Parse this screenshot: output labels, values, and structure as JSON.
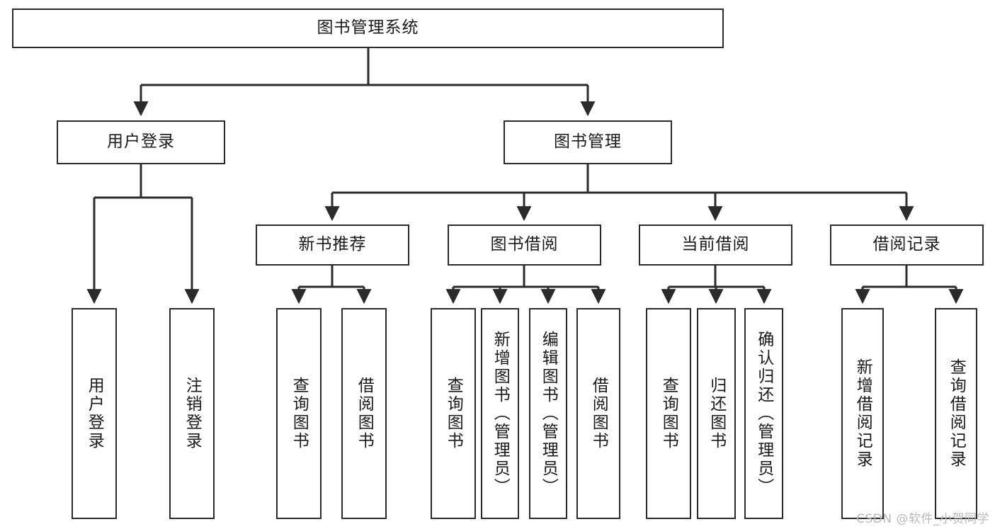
{
  "diagram": {
    "type": "tree-hierarchy",
    "title": "图书管理系统",
    "orientation": "top-down",
    "colors": {
      "box_border": "#2b2b2b",
      "box_fill": "#ffffff",
      "edge": "#2b2b2b",
      "text": "#1a1a1a",
      "watermark": "#b9b9b9"
    },
    "nodes": {
      "root": {
        "label": "图书管理系统",
        "level": 0,
        "text_direction": "horizontal"
      },
      "login": {
        "label": "用户登录",
        "level": 1,
        "text_direction": "horizontal"
      },
      "book_mgmt": {
        "label": "图书管理",
        "level": 1,
        "text_direction": "horizontal"
      },
      "new_book_rec": {
        "label": "新书推荐",
        "level": 2,
        "text_direction": "horizontal"
      },
      "book_borrow": {
        "label": "图书借阅",
        "level": 2,
        "text_direction": "horizontal"
      },
      "current_borrow": {
        "label": "当前借阅",
        "level": 2,
        "text_direction": "horizontal"
      },
      "borrow_record": {
        "label": "借阅记录",
        "level": 2,
        "text_direction": "horizontal"
      },
      "leaf_user_login": {
        "label": "用户登录",
        "level": 3,
        "text_direction": "vertical"
      },
      "leaf_logout": {
        "label": "注销登录",
        "level": 3,
        "text_direction": "vertical"
      },
      "leaf_query_book_1": {
        "label": "查询图书",
        "level": 3,
        "text_direction": "vertical"
      },
      "leaf_borrow_book_1": {
        "label": "借阅图书",
        "level": 3,
        "text_direction": "vertical"
      },
      "leaf_query_book_2": {
        "label": "查询图书",
        "level": 3,
        "text_direction": "vertical"
      },
      "leaf_add_book": {
        "label": "新增图书（管理员）",
        "level": 3,
        "text_direction": "vertical"
      },
      "leaf_edit_book": {
        "label": "编辑图书（管理员）",
        "level": 3,
        "text_direction": "vertical"
      },
      "leaf_borrow_book_2": {
        "label": "借阅图书",
        "level": 3,
        "text_direction": "vertical"
      },
      "leaf_query_book_3": {
        "label": "查询图书",
        "level": 3,
        "text_direction": "vertical"
      },
      "leaf_return_book": {
        "label": "归还图书",
        "level": 3,
        "text_direction": "vertical"
      },
      "leaf_confirm_return": {
        "label": "确认归还（管理员）",
        "level": 3,
        "text_direction": "vertical"
      },
      "leaf_add_record": {
        "label": "新增借阅记录",
        "level": 3,
        "text_direction": "vertical"
      },
      "leaf_query_record": {
        "label": "查询借阅记录",
        "level": 3,
        "text_direction": "vertical"
      }
    },
    "edges": [
      {
        "from": "root",
        "to": "login"
      },
      {
        "from": "root",
        "to": "book_mgmt"
      },
      {
        "from": "login",
        "to": "leaf_user_login"
      },
      {
        "from": "login",
        "to": "leaf_logout"
      },
      {
        "from": "book_mgmt",
        "to": "new_book_rec"
      },
      {
        "from": "book_mgmt",
        "to": "book_borrow"
      },
      {
        "from": "book_mgmt",
        "to": "current_borrow"
      },
      {
        "from": "book_mgmt",
        "to": "borrow_record"
      },
      {
        "from": "new_book_rec",
        "to": "leaf_query_book_1"
      },
      {
        "from": "new_book_rec",
        "to": "leaf_borrow_book_1"
      },
      {
        "from": "book_borrow",
        "to": "leaf_query_book_2"
      },
      {
        "from": "book_borrow",
        "to": "leaf_add_book"
      },
      {
        "from": "book_borrow",
        "to": "leaf_edit_book"
      },
      {
        "from": "book_borrow",
        "to": "leaf_borrow_book_2"
      },
      {
        "from": "current_borrow",
        "to": "leaf_query_book_3"
      },
      {
        "from": "current_borrow",
        "to": "leaf_return_book"
      },
      {
        "from": "current_borrow",
        "to": "leaf_confirm_return"
      },
      {
        "from": "borrow_record",
        "to": "leaf_add_record"
      },
      {
        "from": "borrow_record",
        "to": "leaf_query_record"
      }
    ]
  },
  "watermark": {
    "text": "CSDN @软件_小贺同学"
  }
}
